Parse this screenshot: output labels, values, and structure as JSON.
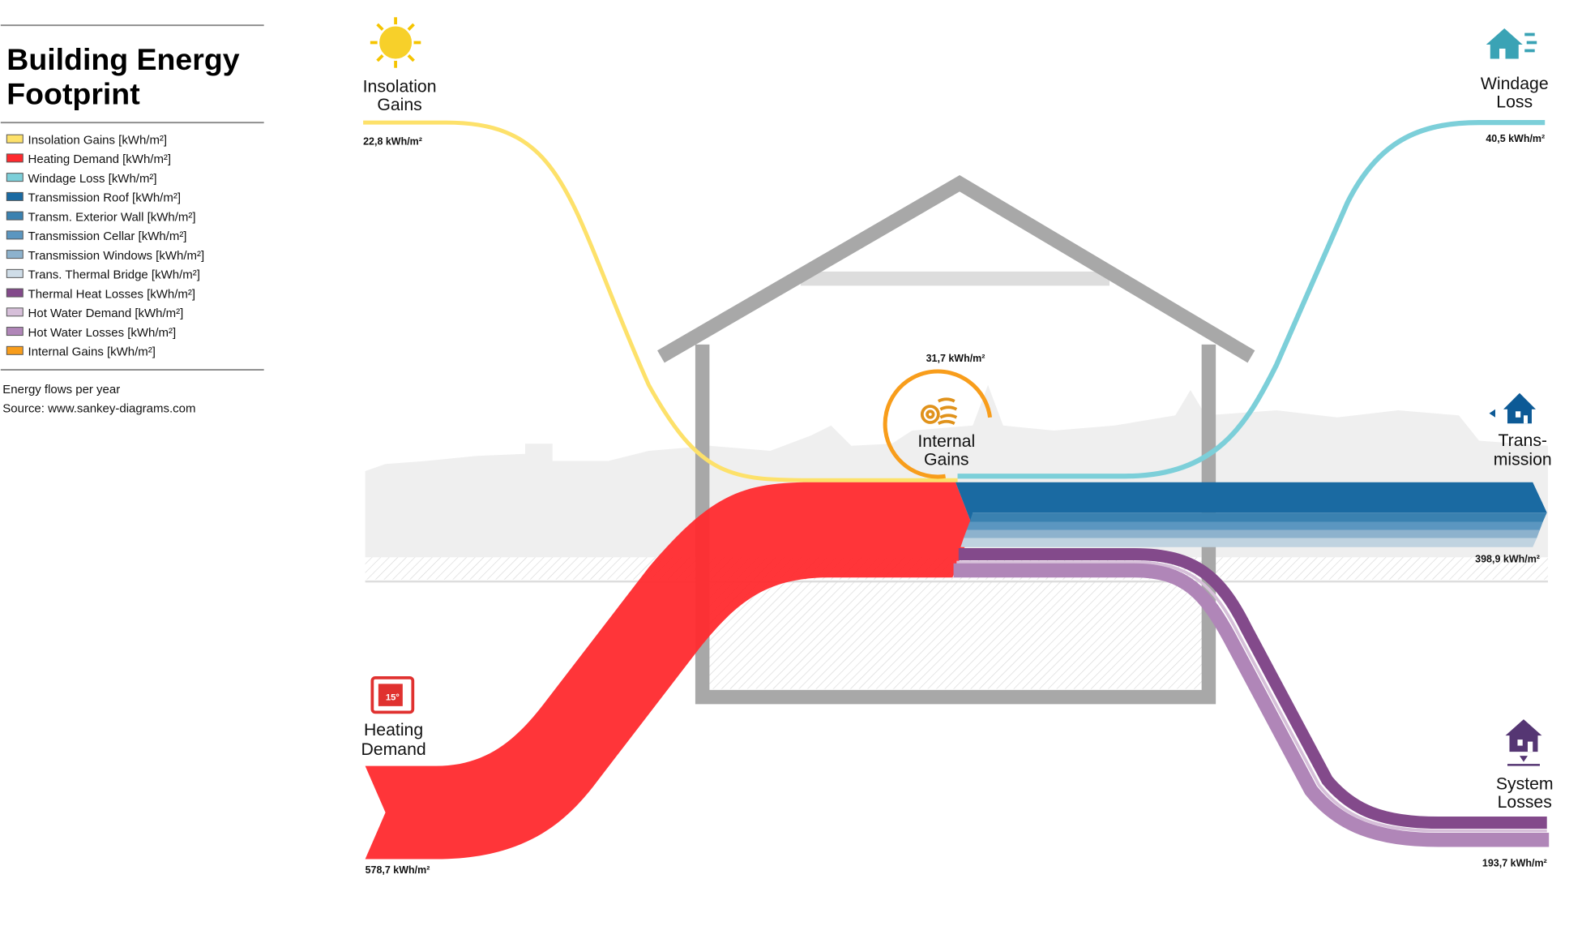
{
  "title": {
    "line1": "Building Energy",
    "line2": "Footprint"
  },
  "legend": [
    {
      "label": "Insolation Gains [kWh/m²]",
      "color": "#fde16a"
    },
    {
      "label": "Heating Demand [kWh/m²]",
      "color": "#ff2a2e"
    },
    {
      "label": "Windage Loss [kWh/m²]",
      "color": "#7ccfd9"
    },
    {
      "label": "Transmission Roof [kWh/m²]",
      "color": "#1a6aa2"
    },
    {
      "label": "Transm. Exterior Wall [kWh/m²]",
      "color": "#3a81b0"
    },
    {
      "label": "Transmission Cellar [kWh/m²]",
      "color": "#5b96c0"
    },
    {
      "label": "Transmission Windows [kWh/m²]",
      "color": "#8db2cd"
    },
    {
      "label": "Trans. Thermal Bridge [kWh/m²]",
      "color": "#cfdde8"
    },
    {
      "label": "Thermal Heat Losses [kWh/m²]",
      "color": "#834a8b"
    },
    {
      "label": "Hot Water Demand [kWh/m²]",
      "color": "#d6bfd9"
    },
    {
      "label": "Hot Water Losses [kWh/m²]",
      "color": "#b086b8"
    },
    {
      "label": "Internal Gains [kWh/m²]",
      "color": "#f89d1b"
    }
  ],
  "footer": {
    "note": "Energy flows per year",
    "source": "Source: www.sankey-diagrams.com"
  },
  "chart_data": {
    "type": "sankey",
    "title": "Building Energy Footprint",
    "unit": "kWh/m²",
    "nodes": [
      {
        "id": "insolation",
        "label1": "Insolation",
        "label2": "Gains",
        "value": "22,8 kWh/m²",
        "icon": "sun-icon"
      },
      {
        "id": "heating",
        "label1": "Heating",
        "label2": "Demand",
        "value": "578,7 kWh/m²",
        "icon": "thermostat-icon"
      },
      {
        "id": "internal",
        "label1": "Internal",
        "label2": "Gains",
        "value": "31,7 kWh/m²",
        "icon": "heat-icon"
      },
      {
        "id": "windage",
        "label1": "Windage",
        "label2": "Loss",
        "value": "40,5 kWh/m²",
        "icon": "house-wind-icon"
      },
      {
        "id": "transmission",
        "label1": "Trans-",
        "label2": "mission",
        "value": "398,9 kWh/m²",
        "icon": "house-transmission-icon"
      },
      {
        "id": "system",
        "label1": "System",
        "label2": "Losses",
        "value": "193,7 kWh/m²",
        "icon": "house-losses-icon"
      }
    ],
    "flows": [
      {
        "from": "Insolation Gains",
        "to": "Building",
        "value": 22.8
      },
      {
        "from": "Heating Demand",
        "to": "Building",
        "value": 578.7
      },
      {
        "from": "Internal Gains",
        "to": "Building",
        "value": 31.7
      },
      {
        "from": "Building",
        "to": "Windage Loss",
        "value": 40.5
      },
      {
        "from": "Building",
        "to": "Transmission",
        "value": 398.9
      },
      {
        "from": "Building",
        "to": "System Losses",
        "value": 193.7
      }
    ]
  }
}
